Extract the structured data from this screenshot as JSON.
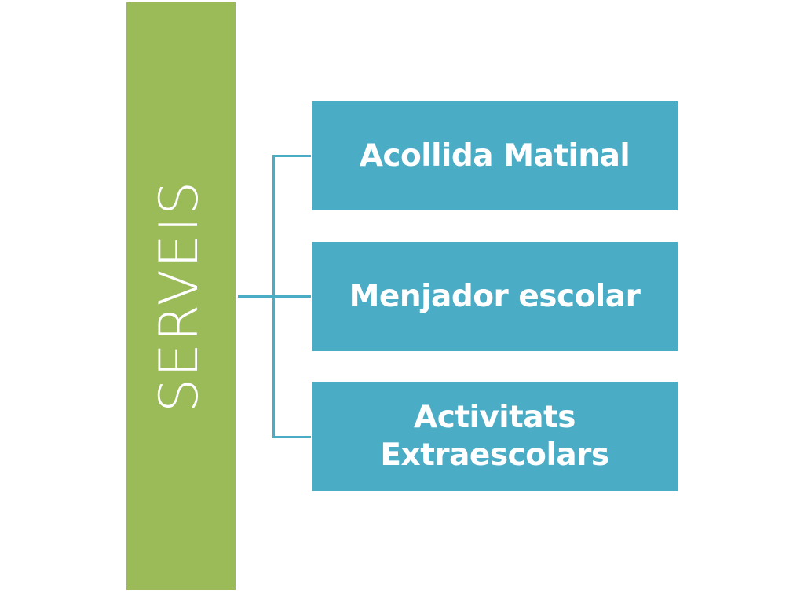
{
  "diagram": {
    "type": "hierarchy",
    "root": {
      "label": "SERVEIS",
      "color": "#9BBB59",
      "text_color": "#FFFFFF",
      "orientation": "vertical-rotated"
    },
    "connector_color": "#4BACC6",
    "children": [
      {
        "label": "Acollida Matinal",
        "lines": [
          "Acollida Matinal"
        ],
        "color": "#4BACC6",
        "text_color": "#FFFFFF"
      },
      {
        "label": "Menjador escolar",
        "lines": [
          "Menjador escolar"
        ],
        "color": "#4BACC6",
        "text_color": "#FFFFFF"
      },
      {
        "label": "Activitats Extraescolars",
        "lines": [
          "Activitats",
          "Extraescolars"
        ],
        "color": "#4BACC6",
        "text_color": "#FFFFFF"
      }
    ]
  }
}
